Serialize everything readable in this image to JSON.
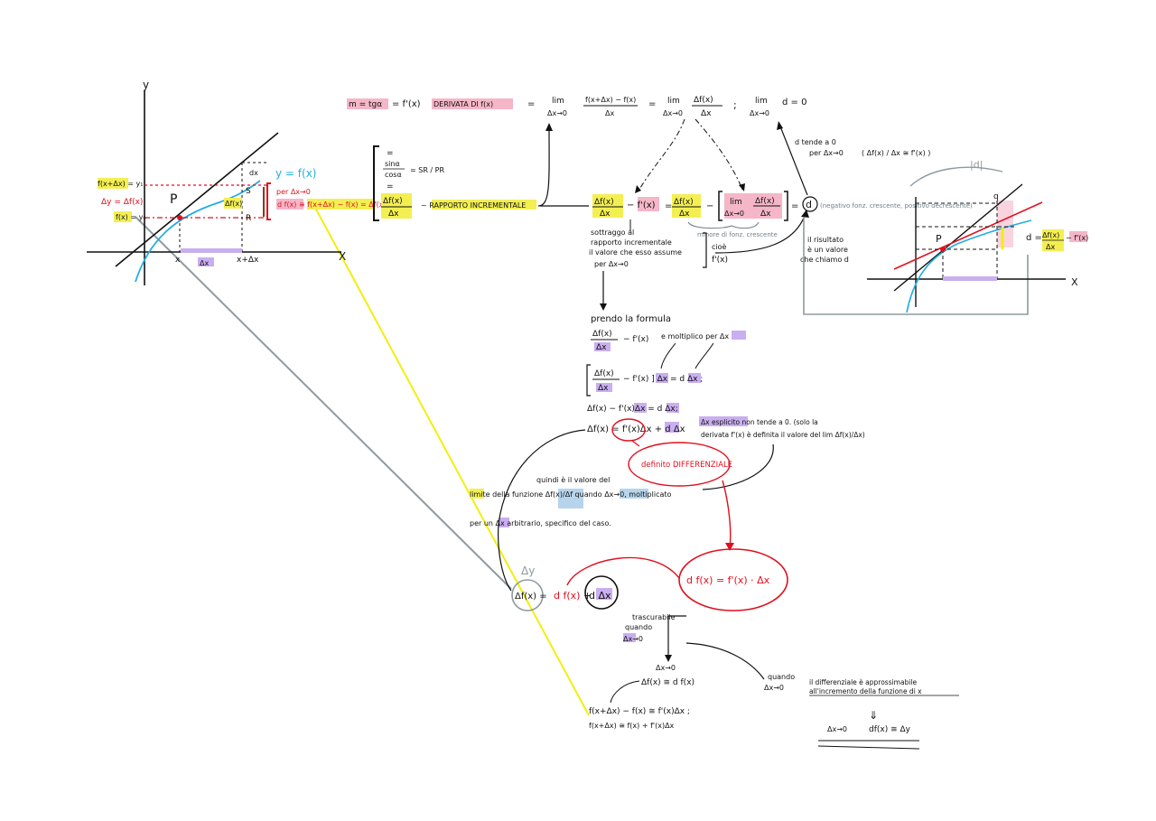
{
  "colors": {
    "ink": "#111111",
    "red": "#e0101e",
    "cyan": "#22aee0",
    "yellow_highlight": "#f3ef52",
    "pink_highlight": "#f5b6c8",
    "purple_highlight": "#c9aef0",
    "yellow_line": "#f2ee10",
    "gray_line": "#8f9a9e",
    "gray_text": "#6f8088"
  },
  "left_graph": {
    "axis_y": "y",
    "axis_x": "X",
    "curve_label": "y = f(x)",
    "point_label": "P",
    "x_tick": "x",
    "x_tick2": "x+Δx",
    "delta_x": "Δx",
    "y_label_top": "f(x+Δx) = y₁",
    "y_label_mid": "Δy = Δf(x)",
    "y_label_low": "f(x) = y₀",
    "seg_S": "S",
    "seg_R": "R",
    "seg_dx": "dx",
    "seg_dfx": "Δf(x)",
    "per_dx0": "per Δx→0",
    "approx_label": "d f(x) ≅ f(x+Δx) − f(x) = Δf(x)"
  },
  "top_formula": {
    "m": "m = tgα",
    "eq1": "= f'(x)",
    "derivata": "DERIVATA DI f(x)",
    "eq2": "=",
    "lim1": "lim",
    "lim1_sub": "Δx→0",
    "frac1_num": "f(x+Δx) − f(x)",
    "frac1_den": "Δx",
    "eq3": "=",
    "lim2": "lim",
    "lim2_sub": "Δx→0",
    "frac2_num": "Δf(x)",
    "frac2_den": "Δx",
    "semicolon": ";",
    "lim3": "lim",
    "lim3_sub": "Δx→0",
    "lim3_val": "d = 0"
  },
  "bracket_block": {
    "line1": "=",
    "line2_num": "sinα",
    "line2_den": "cosα",
    "line2_eq": "= SR / PR",
    "line3": "=",
    "frac_num": "Δf(x)",
    "frac_den": "Δx",
    "rapporto": "~ RAPPORTO INCREMENTALE"
  },
  "middle_row": {
    "frac_num": "Δf(x)",
    "frac_den": "Δx",
    "minus_fp": "− f'(x)",
    "eq": "=",
    "frac2_num": "Δf(x)",
    "frac2_den": "Δx",
    "minus": "−",
    "lim": "lim",
    "lim_sub": "Δx→0",
    "lim_num": "Δf(x)",
    "lim_den": "Δx",
    "eq2": "=",
    "alpha": "d",
    "note_sign": "(negativo fonz. crescente, positivo decrescente)",
    "note_minore": "minore di fonz. crescente"
  },
  "notes": {
    "alpha_tende": "d tende a 0",
    "per_dx": "per Δx→0",
    "approx_frac": "( Δf(x) / Δx ≅ f'(x) )",
    "sottraggo1": "sottraggo al",
    "sottraggo2": "rapporto incrementale",
    "sottraggo3": "il valore che esso assume",
    "sottraggo4": "per Δx→0",
    "cioe": "cioè",
    "cioe_fp": "f'(x)",
    "risultato1": "il risultato",
    "risultato2": "è un valore",
    "risultato3": "che chiamo d",
    "prendo": "prendo la formula",
    "moltiplico": "e moltiplico per Δx",
    "f1_num": "Δf(x)",
    "f1_den": "Δx",
    "f1_rest": "− f'(x)",
    "f2_rest": "− f'(x) ] Δx = d Δx ;",
    "f3": "Δf(x) − f'(x)Δx = d Δx;",
    "f4": "Δf(x) = f'(x)Δx + d Δx",
    "esplicito1": "Δx esplicito non tende a 0. (solo la",
    "esplicito2": "derivata f'(x) è definita il valore del lim Δf(x)/Δx)",
    "definito": "definito DIFFERENZIALE",
    "quindi": "quindi è il valore del",
    "limite": "limite della funzione Δf(x)/Δf quando Δx→0, moltiplicato",
    "per_un": "per un Δx arbitrario, specifico del caso.",
    "differenziale_box": "d f(x) = f'(x) · Δx",
    "delta_y": "Δy",
    "final_eq_left": "Δf(x) =",
    "final_eq_df": "d f(x)",
    "final_eq_plus": "+",
    "final_eq_alpha": "d Δx",
    "trascurabile1": "trascurabile",
    "trascurabile2": "quando",
    "trascurabile3": "Δx→0",
    "dx0": "Δx→0",
    "approx1": "Δf(x) ≅ d f(x)",
    "approx2": "f(x+Δx) − f(x) ≅ f'(x)Δx ;",
    "approx3": "f(x+Δx) ≅ f(x) + f'(x)Δx",
    "quando": "quando",
    "quando_dx": "Δx→0",
    "il_diff1": "il differenziale è approssimabile",
    "il_diff2": "all'incremento della funzione di x",
    "bottom_dx": "Δx→0",
    "bottom_eq": "df(x) ≅ Δy"
  },
  "right_graph": {
    "abs_alpha": "|d|",
    "point": "P",
    "q": "q",
    "x_axis": "X",
    "alpha_eq": "d =",
    "alpha_num": "Δf(x)",
    "alpha_den": "Δx",
    "alpha_rest": "− f'(x)"
  }
}
